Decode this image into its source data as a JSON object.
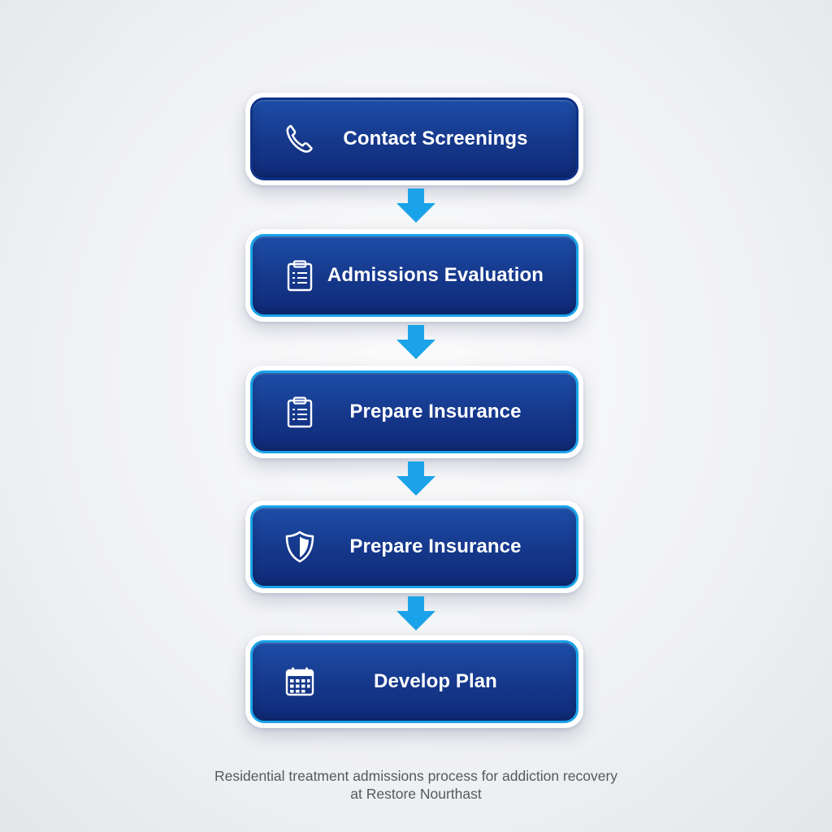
{
  "steps": [
    {
      "label": "Contact Screenings",
      "icon": "phone-icon"
    },
    {
      "label": "Admissions Evaluation",
      "icon": "clipboard-icon"
    },
    {
      "label": "Prepare Insurance",
      "icon": "clipboard-icon"
    },
    {
      "label": "Prepare Insurance",
      "icon": "shield-icon"
    },
    {
      "label": "Develop Plan",
      "icon": "calendar-icon"
    }
  ],
  "caption": {
    "line1": "Residential treatment admissions process for addiction recovery",
    "line2": "at Restore Nourthast"
  },
  "colors": {
    "box_fill": "#15378a",
    "box_border": "#1aa3e8",
    "arrow": "#1aa3e8",
    "text": "#ffffff",
    "caption": "#55585e"
  }
}
